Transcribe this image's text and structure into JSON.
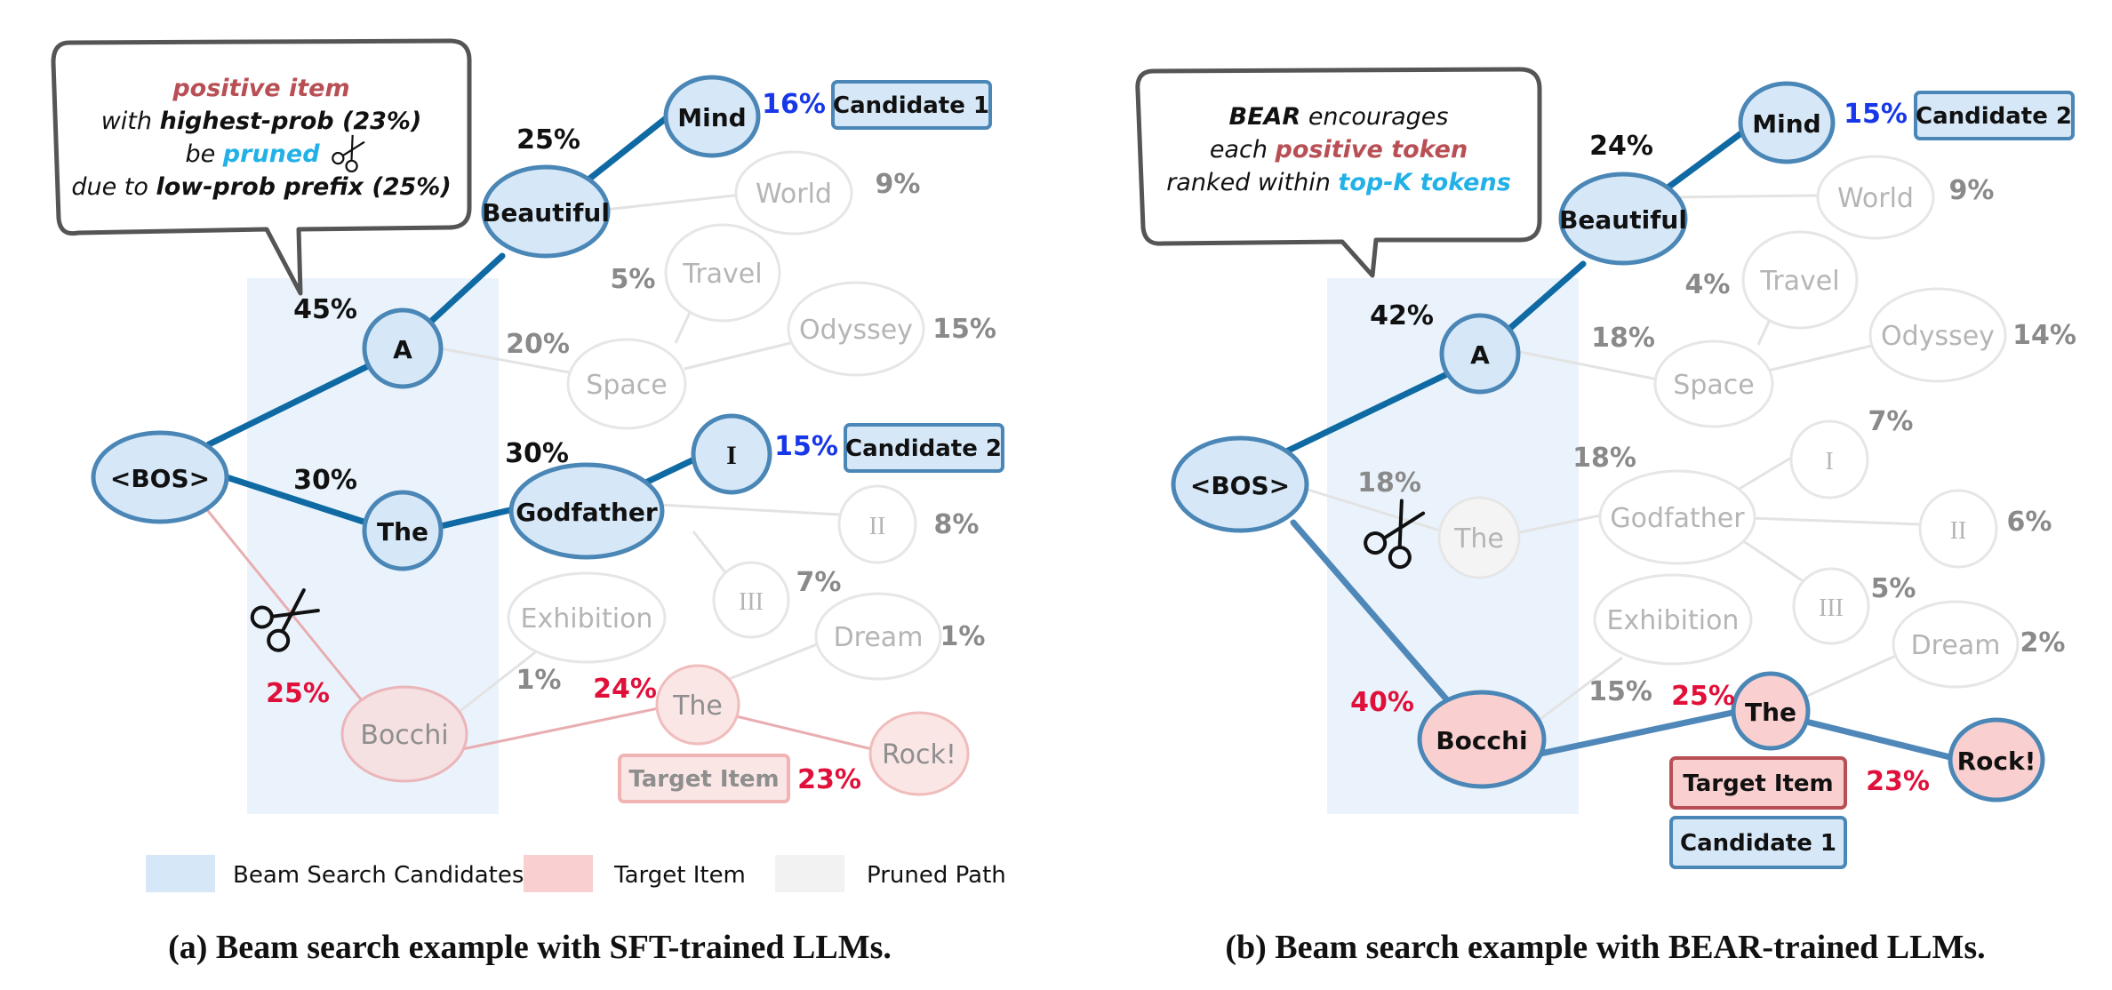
{
  "colors": {
    "beam_fill": "#d6e8f8",
    "beam_stroke": "#4a86b6",
    "beam_edge": "#0f6aa3",
    "target_fill": "#f9cfcf",
    "target_stroke": "#b84f55",
    "pruned_fill": "#ffffff",
    "pruned_stroke": "#e6e6e6",
    "pruned_text": "#b5b5b5",
    "pct_black": "#111111",
    "pct_gray": "#8a8a8a",
    "pct_red": "#e0103a",
    "pct_blue": "#1737e8",
    "highlight_red": "#b84f55",
    "highlight_cyan": "#21b1e6",
    "shade": "#eaf3fc"
  },
  "panel_a": {
    "caption": "(a) Beam search example with SFT-trained LLMs.",
    "callout": {
      "line1_highlight": "positive item",
      "line2_prefix": "with ",
      "line2_bold": "highest-prob (23%)",
      "line3_prefix": "be ",
      "line3_highlight": "pruned",
      "line4_prefix": "due to ",
      "line4_bold": "low-prob prefix (25%)"
    },
    "nodes": {
      "bos": "<BOS>",
      "a": "A",
      "the": "The",
      "bocchi": "Bocchi",
      "beautiful": "Beautiful",
      "space": "Space",
      "godfather": "Godfather",
      "exhibition": "Exhibition",
      "mind": "Mind",
      "world": "World",
      "travel": "Travel",
      "odyssey": "Odyssey",
      "i": "I",
      "ii": "II",
      "iii": "III",
      "the2": "The",
      "dream": "Dream",
      "rock": "Rock!"
    },
    "pcts": {
      "a": "45%",
      "the": "30%",
      "bocchi": "25%",
      "beautiful": "25%",
      "space": "20%",
      "godfather": "30%",
      "exhibition": "1%",
      "mind": "16%",
      "world": "9%",
      "travel": "5%",
      "odyssey": "15%",
      "i": "15%",
      "ii": "8%",
      "iii": "7%",
      "the2": "24%",
      "dream": "1%",
      "rock": "23%"
    },
    "labels": {
      "candidate1": "Candidate 1",
      "candidate2": "Candidate 2",
      "target": "Target Item"
    },
    "legend": {
      "beam": "Beam Search Candidates",
      "target": "Target Item",
      "pruned": "Pruned Path"
    }
  },
  "panel_b": {
    "caption": "(b) Beam search example with BEAR-trained LLMs.",
    "callout": {
      "line1_bold": "BEAR",
      "line1_suffix": " encourages",
      "line2_prefix": "each ",
      "line2_highlight": "positive token",
      "line3_prefix": "ranked within ",
      "line3_highlight": "top-K tokens"
    },
    "nodes": {
      "bos": "<BOS>",
      "a": "A",
      "the": "The",
      "bocchi": "Bocchi",
      "beautiful": "Beautiful",
      "space": "Space",
      "godfather": "Godfather",
      "exhibition": "Exhibition",
      "mind": "Mind",
      "world": "World",
      "travel": "Travel",
      "odyssey": "Odyssey",
      "i": "I",
      "ii": "II",
      "iii": "III",
      "the2": "The",
      "dream": "Dream",
      "rock": "Rock!"
    },
    "pcts": {
      "a": "42%",
      "the": "18%",
      "bocchi": "40%",
      "beautiful": "24%",
      "space": "18%",
      "godfather": "18%",
      "exhibition": "15%",
      "mind": "15%",
      "world": "9%",
      "travel": "4%",
      "odyssey": "14%",
      "i": "7%",
      "ii": "6%",
      "iii": "5%",
      "the2": "25%",
      "dream": "2%",
      "rock": "23%"
    },
    "labels": {
      "candidate2": "Candidate 2",
      "candidate1": "Candidate 1",
      "target": "Target Item"
    }
  }
}
